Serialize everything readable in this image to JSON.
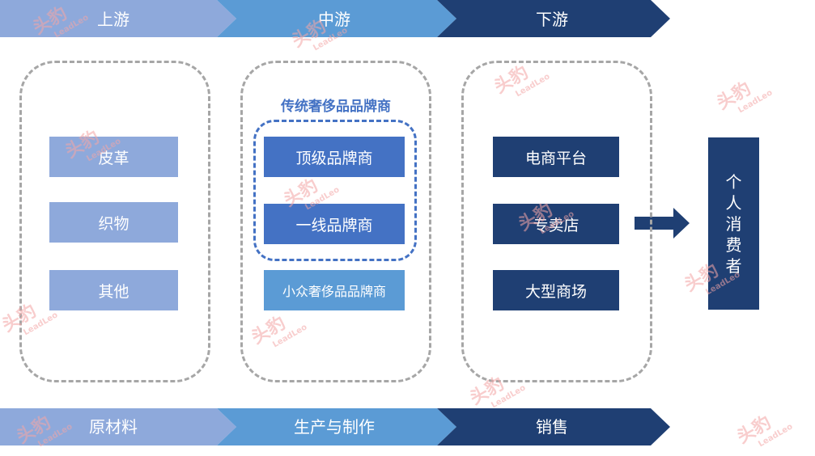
{
  "top_bands": [
    "上游",
    "中游",
    "下游"
  ],
  "bottom_bands": [
    "原材料",
    "生产与制作",
    "销售"
  ],
  "upstream": {
    "items": [
      "皮革",
      "织物",
      "其他"
    ]
  },
  "midstream": {
    "title": "传统奢侈品品牌商",
    "inner_items": [
      "顶级品牌商",
      "一线品牌商"
    ],
    "outer_item": "小众奢侈品品牌商"
  },
  "downstream": {
    "items": [
      "电商平台",
      "专卖店",
      "大型商场"
    ]
  },
  "consumer": {
    "chars": [
      "个",
      "人",
      "消",
      "费",
      "者"
    ]
  },
  "watermark": {
    "logo": "头豹",
    "sub": "LeadLeo"
  },
  "colors": {
    "band_1": "#8ea9db",
    "band_2": "#5b9bd5",
    "band_3": "#1f3f73",
    "upstream_box": "#8ea9db",
    "midstream_box": "#4472c4",
    "midstream_light_box": "#5b9bd5",
    "downstream_box": "#1f3f73",
    "dashed_border": "#a6a6a6",
    "inner_dashed_border": "#4472c4"
  }
}
